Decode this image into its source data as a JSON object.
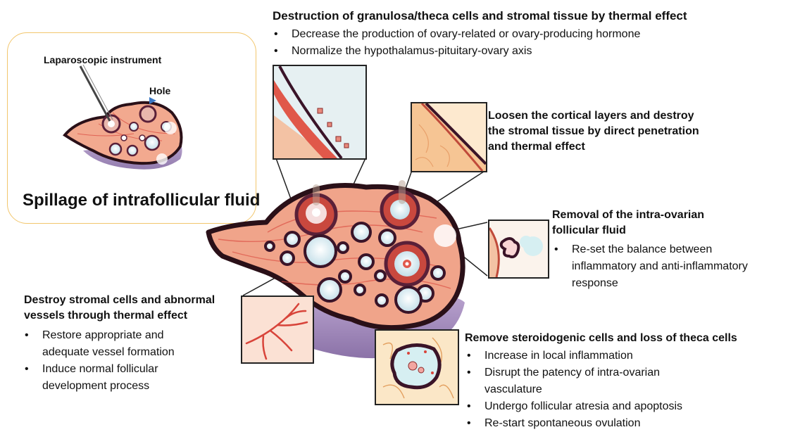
{
  "inset": {
    "instrument_label": "Laparoscopic instrument",
    "hole_label": "Hole",
    "caption": "Spillage of intrafollicular fluid"
  },
  "top": {
    "heading": "Destruction of granulosa/theca cells and stromal tissue by thermal effect",
    "bullets": [
      "Decrease the production of ovary-related or ovary-producing hormone",
      "Normalize the hypothalamus-pituitary-ovary axis"
    ]
  },
  "cortical": {
    "heading_lines": [
      "Loosen the cortical layers and destroy",
      "the stromal tissue by direct penetration",
      "and thermal effect"
    ]
  },
  "fluid": {
    "heading_lines": [
      "Removal of the intra-ovarian",
      "follicular fluid"
    ],
    "bullets": [
      [
        "Re-set the balance between",
        "inflammatory and anti-inflammatory",
        "response"
      ]
    ]
  },
  "stromal": {
    "heading_lines": [
      "Destroy stromal cells and abnormal",
      "vessels through thermal effect"
    ],
    "bullets": [
      [
        "Restore appropriate and",
        "adequate vessel formation"
      ],
      [
        "Induce normal follicular",
        "development process"
      ]
    ]
  },
  "steroid": {
    "heading": "Remove steroidogenic cells and loss of theca cells",
    "bullets": [
      [
        "Increase in local inflammation"
      ],
      [
        "Disrupt the patency of intra-ovarian",
        "vasculature"
      ],
      [
        "Undergo follicular atresia and apoptosis"
      ],
      [
        "Re-start spontaneous ovulation"
      ]
    ]
  },
  "colors": {
    "tissue": "#f0a48a",
    "outline": "#2a1018",
    "follicle_rim": "#5a2038",
    "fluid": "#e2f0f4",
    "purple_base": "#8e6ea8",
    "vessel": "#d8443a",
    "inset_border": "#f2c66d",
    "hole_arrow": "#3a78c4"
  }
}
